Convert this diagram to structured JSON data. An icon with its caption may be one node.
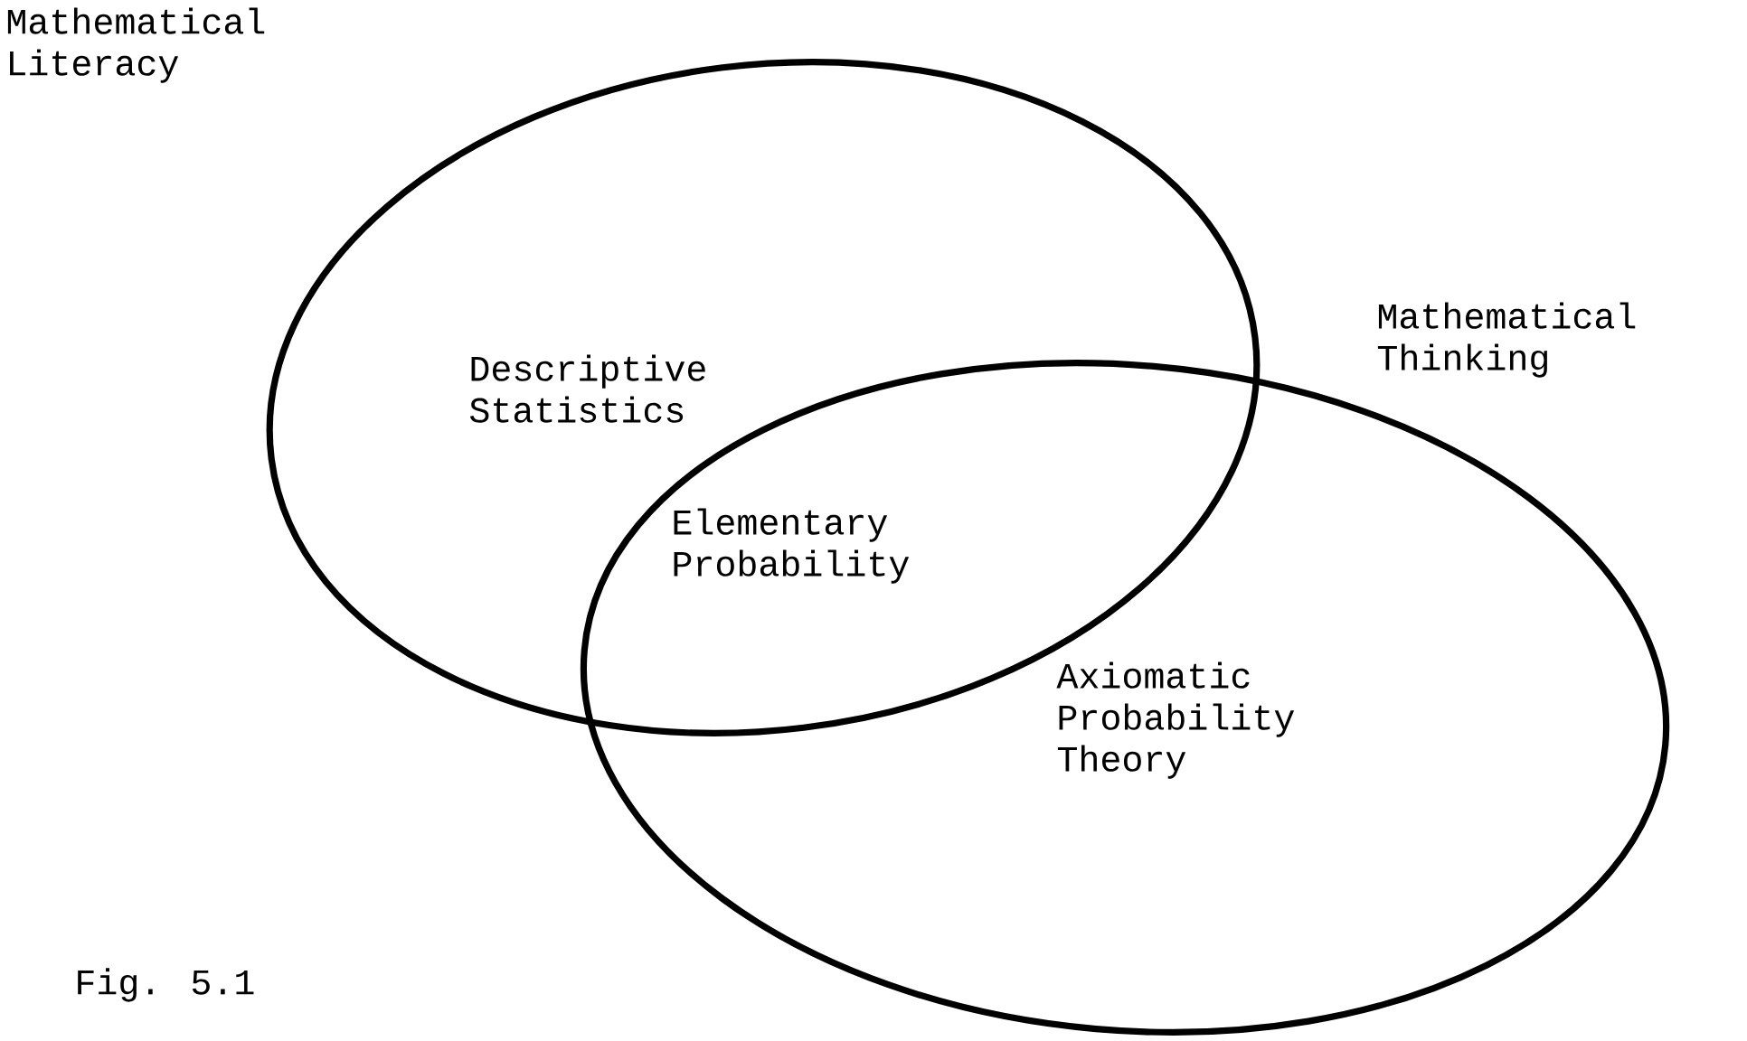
{
  "diagram": {
    "caption": "Fig. 5.1",
    "nodes": [
      {
        "text": [
          "Mathematical Literacy",
          "Descriptive Statistics"
        ]
      },
      {
        "text": [
          "Mathematical Thinking",
          "Axiomatic Probability Theory"
        ]
      }
    ],
    "labels": [
      "Elementary Probability"
    ]
  }
}
